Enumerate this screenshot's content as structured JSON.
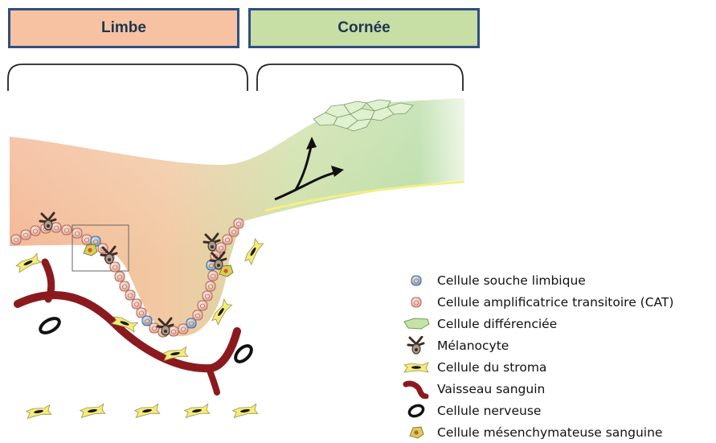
{
  "headers": {
    "limbe": "Limbe",
    "cornee": "Cornée"
  },
  "legend": [
    {
      "label": "Cellule souche limbique",
      "icon": "limbal-stem-cell-icon"
    },
    {
      "label": "Cellule amplificatrice transitoire (CAT)",
      "icon": "transit-amplifying-cell-icon"
    },
    {
      "label": "Cellule différenciée",
      "icon": "differentiated-cell-icon"
    },
    {
      "label": "Mélanocyte",
      "icon": "melanocyte-icon"
    },
    {
      "label": "Cellule du stroma",
      "icon": "stromal-cell-icon"
    },
    {
      "label": "Vaisseau sanguin",
      "icon": "blood-vessel-icon"
    },
    {
      "label": "Cellule nerveuse",
      "icon": "nerve-cell-icon"
    },
    {
      "label": "Cellule mésenchymateuse sanguine",
      "icon": "mesenchymal-blood-cell-icon"
    }
  ],
  "colors": {
    "limbe_fill": "#f7c2a1",
    "cornee_fill": "#c7dea5",
    "header_border": "#2f4f7f",
    "vessel": "#8b1a1f",
    "stem_cell": "#8fb2dc",
    "tac_cell": "#f2b6a8",
    "differentiated_cell": "#c9e6b0",
    "stroma_cell": "#f1ec7a"
  }
}
